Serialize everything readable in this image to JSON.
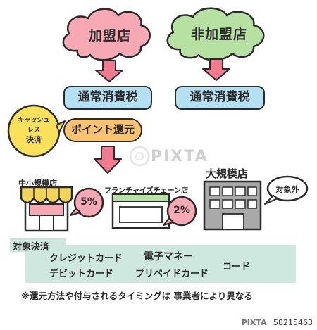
{
  "top": {
    "member_label": "加盟店",
    "nonmember_label": "非加盟店"
  },
  "tax": {
    "left": "通常消費税",
    "right": "通常消費税"
  },
  "point_return": "ポイント還元",
  "cashless_badge": [
    "キャッシュ",
    "レス",
    "決済"
  ],
  "watermark": "PIXTA",
  "stores": {
    "small": {
      "label": "中小規模店",
      "rate": "5%"
    },
    "franchise": {
      "label": "フランチャイズチェーン店",
      "rate": "2%"
    },
    "large": {
      "label": "大規模店",
      "badge": "対象外"
    }
  },
  "payments": {
    "title": "対象決済",
    "credit": "クレジットカード",
    "debit": "デビットカード",
    "emoney": "電子マネー",
    "prepaid": "プリペイドカード",
    "code": "コード"
  },
  "footnote": "※還元方法や付与されるタイミングは 事業者により異なる",
  "image_id": "58215463",
  "colors": {
    "pink_cloud": "#f6a9b4",
    "arrow_pink": "#f07b8f",
    "blue_box": "#b5dff2",
    "orange_box": "#fbc26f",
    "yellow_badge": "#fbe05c",
    "mint_band": "#cfe8df",
    "gray_building": "#a9a9a9"
  }
}
